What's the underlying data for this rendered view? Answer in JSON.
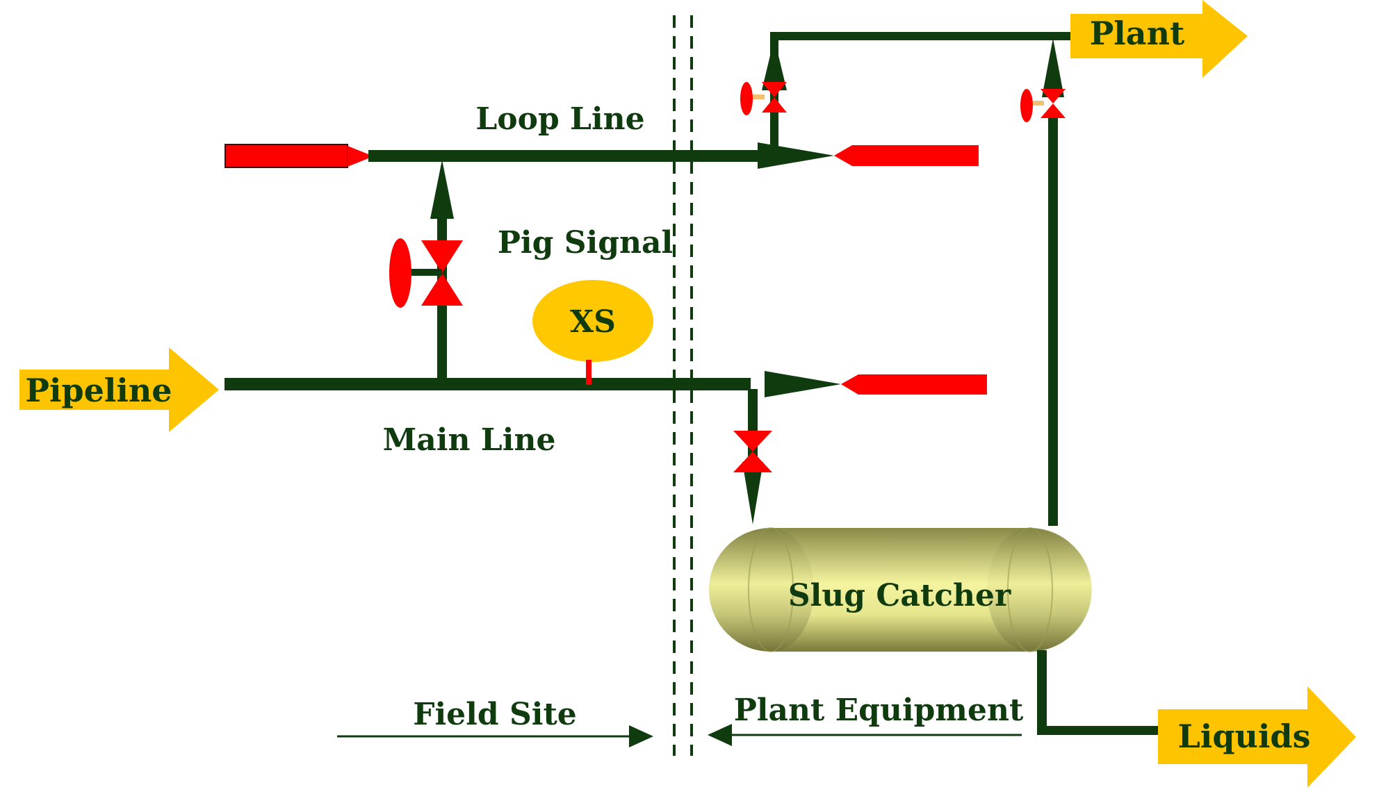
{
  "labels": {
    "pipeline": "Pipeline",
    "plant": "Plant",
    "liquids": "Liquids",
    "loop_line": "Loop Line",
    "main_line": "Main Line",
    "pig_signal": "Pig Signal",
    "xs": "XS",
    "slug_catcher": "Slug Catcher",
    "field_site": "Field Site",
    "plant_equipment": "Plant Equipment"
  },
  "colors": {
    "pipe": "#0f3b0f",
    "flow_arrow": "#ffc400",
    "valve": "#ff0000",
    "launcher": "#ff0000",
    "xs_bubble": "#ffc800",
    "vessel": "#c8c878"
  },
  "icons": [
    "flow-arrow",
    "gate-valve",
    "pig-launcher",
    "pig-receiver",
    "signal-bubble",
    "vessel"
  ]
}
